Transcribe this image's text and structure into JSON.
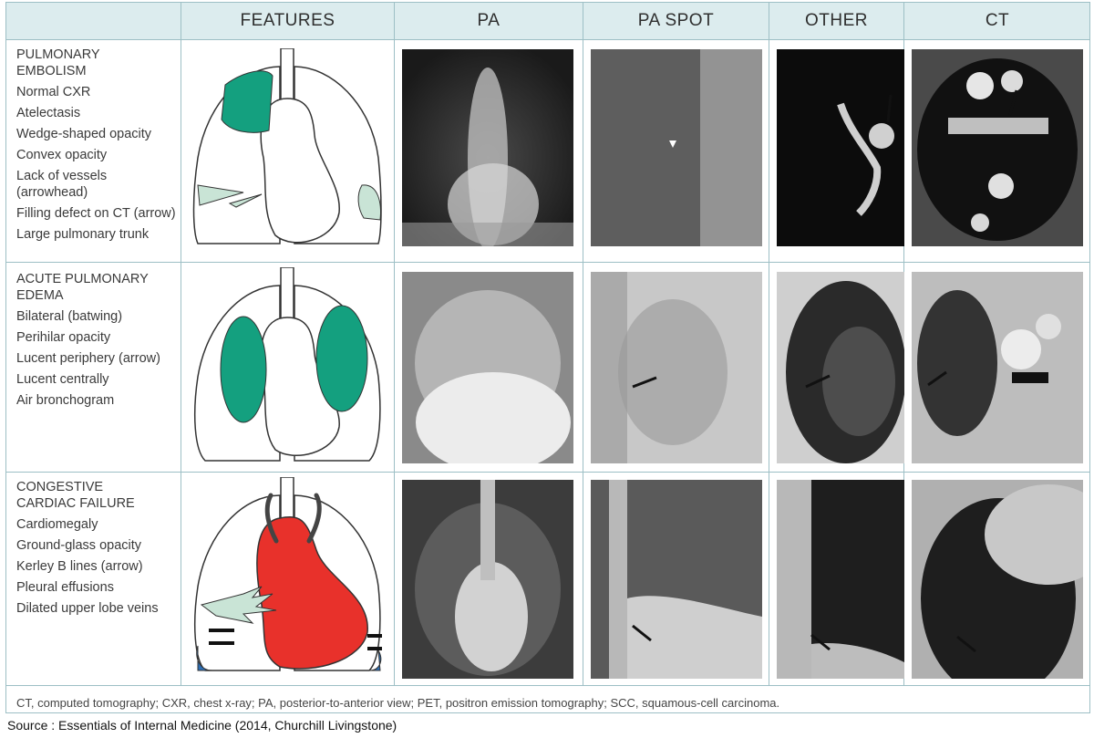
{
  "header": {
    "col1": "",
    "features": "FEATURES",
    "pa": "PA",
    "pa_spot": "PA SPOT",
    "other": "OTHER",
    "ct": "CT"
  },
  "rows": [
    {
      "title_line1": "PULMONARY",
      "title_line2": "EMBOLISM",
      "items": [
        "Normal CXR",
        "Atelectasis",
        "Wedge-shaped opacity",
        "Convex opacity",
        "Lack of vessels (arrowhead)",
        "Filling defect on CT (arrow)",
        "Large pulmonary trunk"
      ]
    },
    {
      "title_line1": "ACUTE PULMONARY",
      "title_line2": "EDEMA",
      "items": [
        "Bilateral (batwing)",
        "Perihilar opacity",
        "Lucent periphery (arrow)",
        "Lucent centrally",
        "Air bronchogram"
      ]
    },
    {
      "title_line1": "CONGESTIVE",
      "title_line2": "CARDIAC FAILURE",
      "items": [
        "Cardiomegaly",
        "Ground-glass opacity",
        "Kerley B lines (arrow)",
        "Pleural effusions",
        "Dilated upper lobe veins"
      ]
    }
  ],
  "footnote": "CT, computed tomography; CXR, chest x-ray; PA, posterior-to-anterior view; PET, positron emission tomography; SCC, squamous-cell carcinoma.",
  "source": "Source : Essentials of Internal Medicine (2014, Churchill Livingstone)",
  "colors": {
    "header_bg": "#dcecee",
    "border": "#9dbfc5",
    "green": "#14a07f",
    "light_green": "#c9e4d6",
    "red": "#e8312b",
    "blue": "#2d6fb6"
  }
}
